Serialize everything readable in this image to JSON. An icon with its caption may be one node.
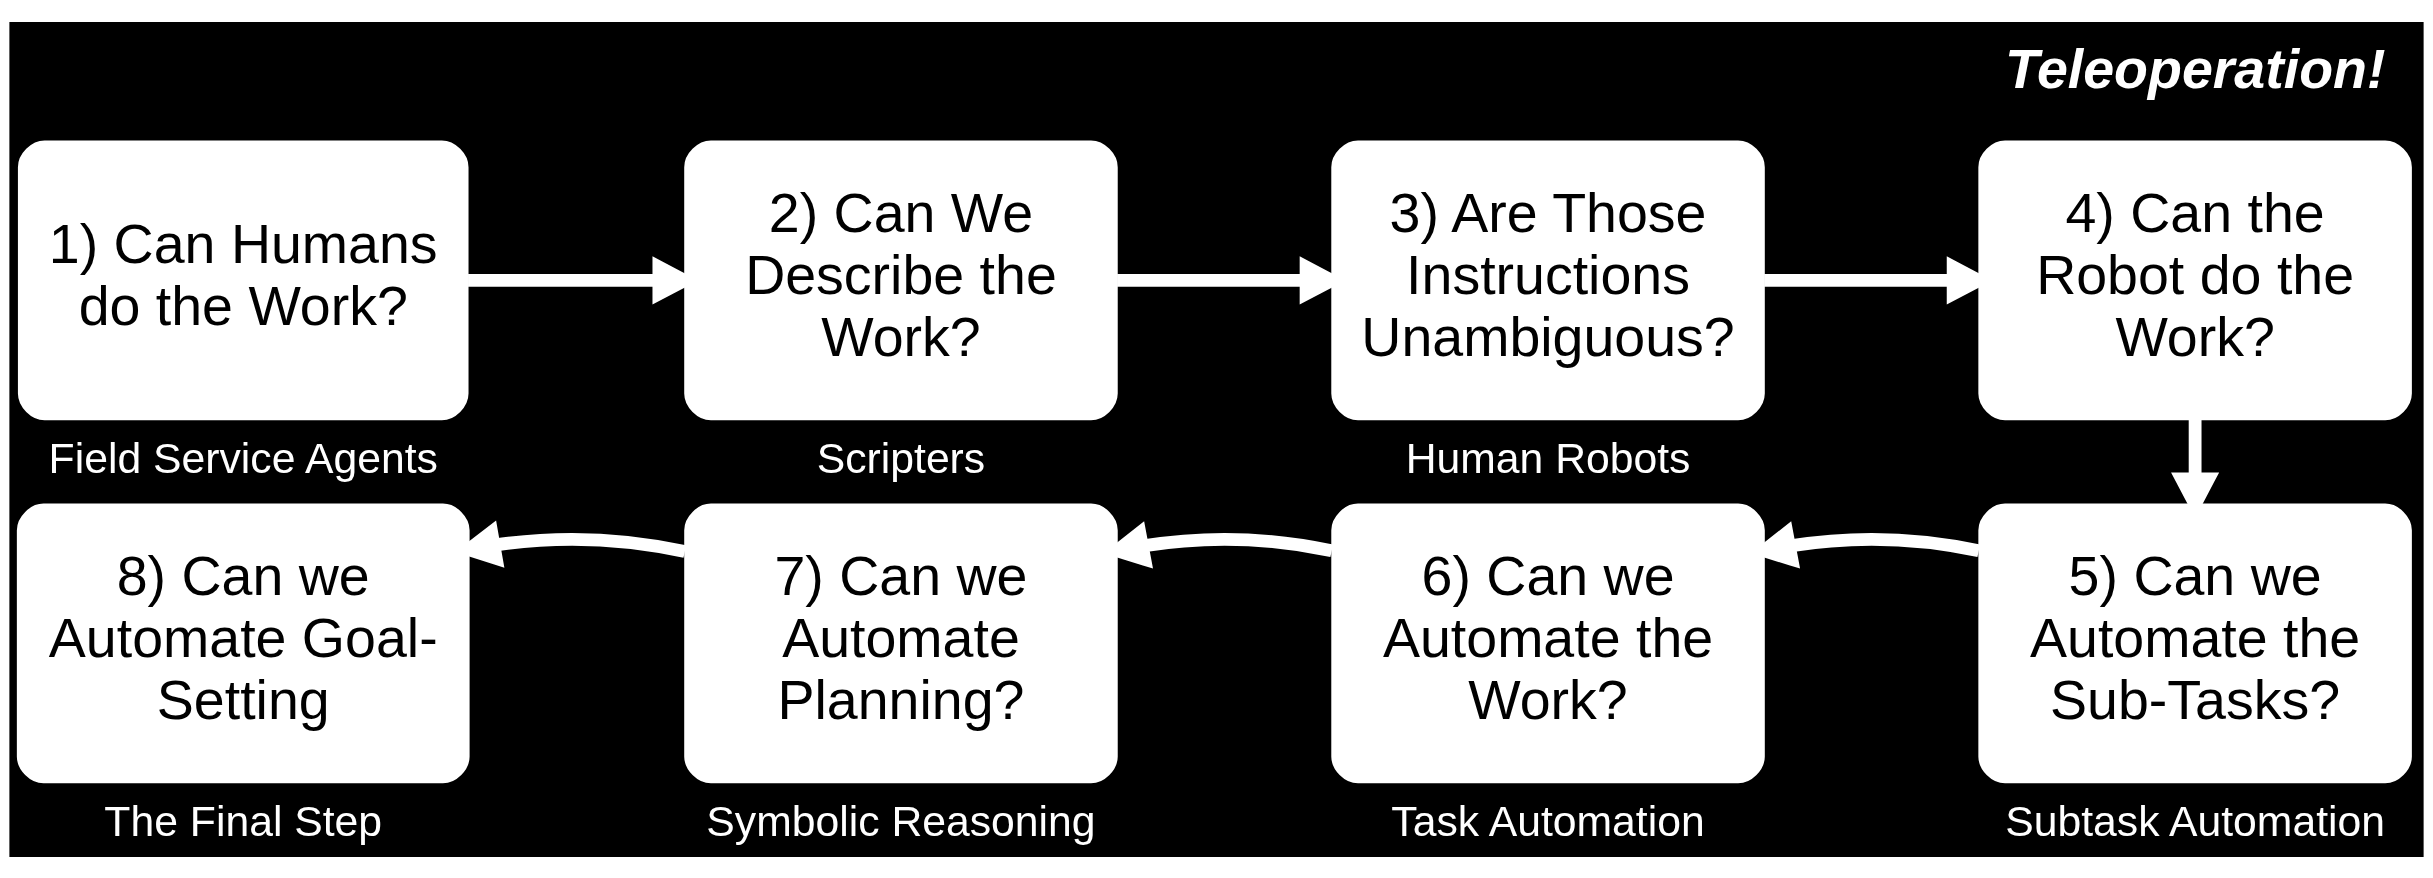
{
  "diagram": {
    "nodes": [
      {
        "text": [
          "1) Can Humans do the Work?"
        ],
        "beside": [
          "Field Service Agents"
        ]
      },
      {
        "text": [
          "2) Can We Describe the Work?"
        ],
        "beside": [
          "Scripters"
        ]
      },
      {
        "text": [
          "3) Are Those Instructions Unambiguous?"
        ],
        "beside": [
          "Human Robots"
        ]
      },
      {
        "text": [
          "4) Can the Robot do the Work?"
        ]
      },
      {
        "text": [
          "5) Can we Automate the Sub-Tasks?"
        ],
        "beside": [
          "Subtask Automation"
        ]
      },
      {
        "text": [
          "6) Can we Automate the Work?"
        ],
        "beside": [
          "Task Automation"
        ]
      },
      {
        "text": [
          "7) Can we Automate Planning?"
        ],
        "beside": [
          "Symbolic Reasoning"
        ]
      },
      {
        "text": [
          "8) Can we Automate Goal-Setting"
        ],
        "beside": [
          "The Final Step"
        ]
      }
    ],
    "edges": [
      {
        "from": 0,
        "to": 1,
        "arrow": "to"
      },
      {
        "from": 1,
        "to": 2,
        "arrow": "to"
      },
      {
        "from": 2,
        "to": 3,
        "arrow": "to"
      },
      {
        "from": 3,
        "to": 4,
        "arrow": "to"
      },
      {
        "from": 4,
        "to": 5,
        "arrow": "to"
      },
      {
        "from": 5,
        "to": 6,
        "arrow": "to"
      },
      {
        "from": 6,
        "to": 7,
        "arrow": "to"
      }
    ],
    "labels": [
      "Teleoperation!"
    ]
  }
}
